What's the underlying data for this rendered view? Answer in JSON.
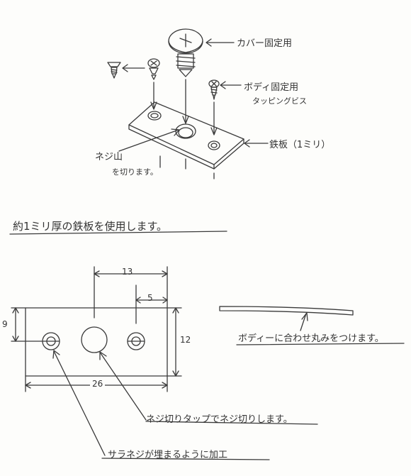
{
  "labels": {
    "cover_screw": "カバー固定用",
    "body_screw_line1": "ボディ固定用",
    "body_screw_line2": "タッピングビス",
    "steel_plate": "鉄板（1ミリ）",
    "thread_line1": "ネジ山",
    "thread_line2": "を切ります。",
    "note_thickness": "約1ミリ厚の鉄板を使用します。",
    "note_rounded": "ボディーに合わせ丸みをつけます。",
    "note_tap": "ネジ切りタップでネジ切りします。",
    "note_countersink": "サラネジが埋まるように加工"
  },
  "dimensions": {
    "d13": "13",
    "d5": "5",
    "d9": "9",
    "d12": "12",
    "d26": "26"
  }
}
